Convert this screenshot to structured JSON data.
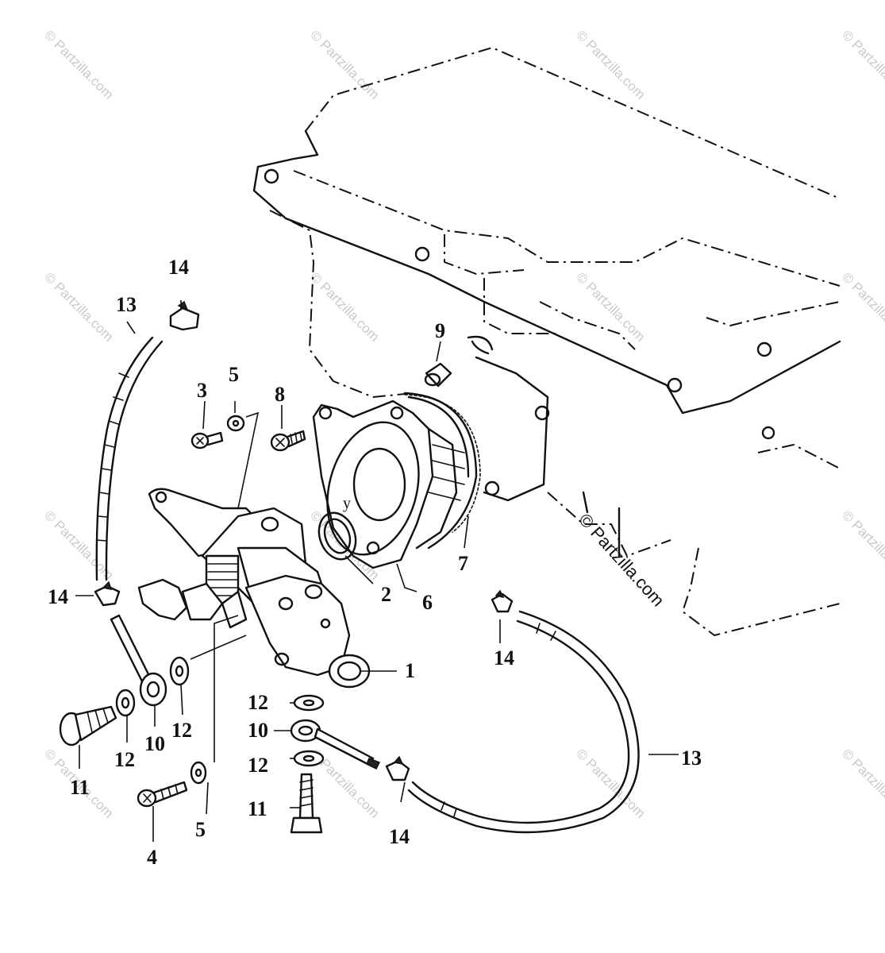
{
  "watermark": "© Partzilla.com",
  "watermark_large": "© Partzilla.com",
  "callouts": {
    "c1": "1",
    "c2": "2",
    "c3": "3",
    "c4": "4",
    "c5a": "5",
    "c5b": "5",
    "c6": "6",
    "c7": "7",
    "c8": "8",
    "c9": "9",
    "c10a": "10",
    "c10b": "10",
    "c11a": "11",
    "c11b": "11",
    "c12a": "12",
    "c12b": "12",
    "c12c": "12",
    "c12d": "12",
    "c13a": "13",
    "c13b": "13",
    "c14a": "14",
    "c14b": "14",
    "c14c": "14",
    "c14d": "14"
  },
  "inline_mark": "y"
}
